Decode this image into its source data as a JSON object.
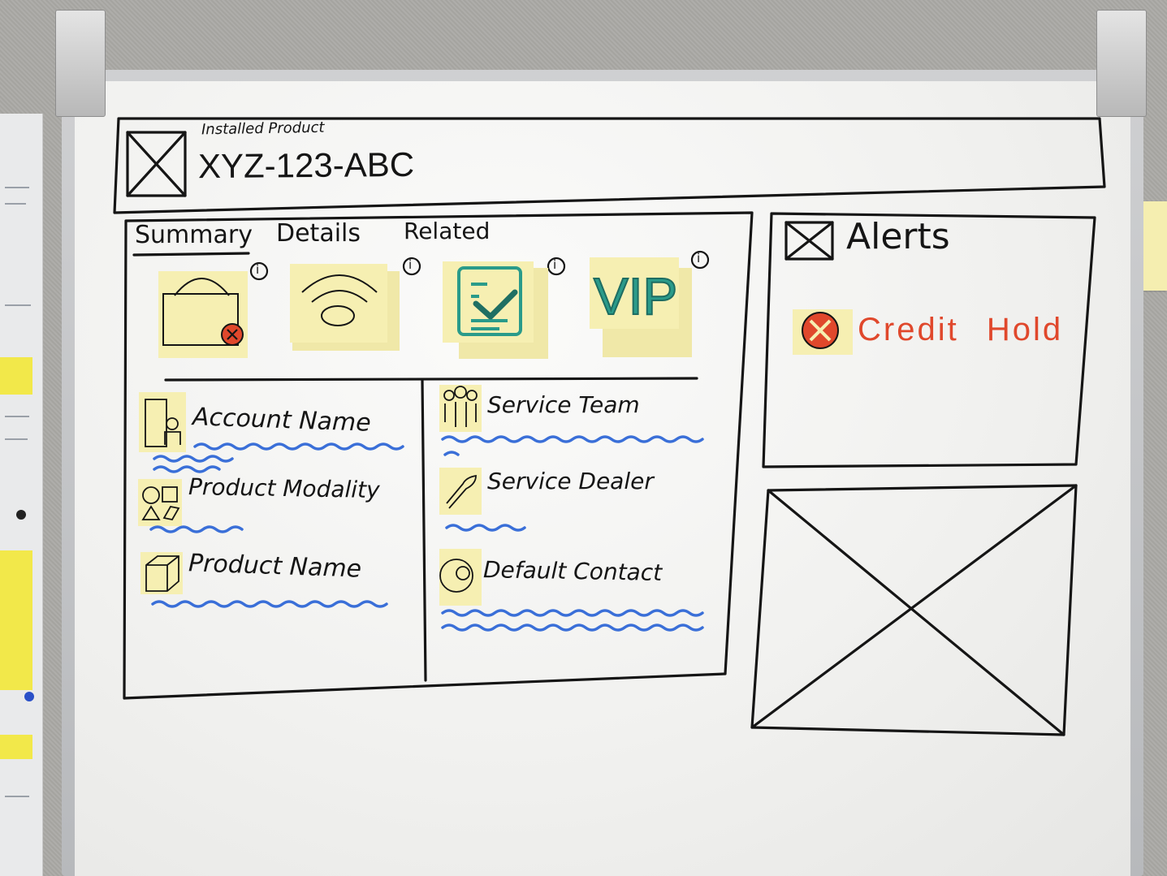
{
  "header": {
    "subtitle": "Installed Product",
    "title": "XYZ-123-ABC"
  },
  "tabs": [
    {
      "label": "Summary",
      "active": true
    },
    {
      "label": "Details",
      "active": false
    },
    {
      "label": "Related",
      "active": false
    }
  ],
  "status_icons": [
    {
      "icon": "lock-error-icon",
      "info": "i"
    },
    {
      "icon": "wifi-signal-icon",
      "info": "i"
    },
    {
      "icon": "checklist-icon",
      "info": "i"
    },
    {
      "icon": "vip-badge-icon",
      "label": "VIP",
      "info": "i"
    }
  ],
  "left_fields": [
    {
      "label": "Account Name",
      "icon": "building-person-icon"
    },
    {
      "label": "Product Modality",
      "icon": "shapes-icon"
    },
    {
      "label": "Product Name",
      "icon": "cube-icon"
    }
  ],
  "right_fields": [
    {
      "label": "Service Team",
      "icon": "team-icon"
    },
    {
      "label": "Service Dealer",
      "icon": "wrench-icon"
    },
    {
      "label": "Default Contact",
      "icon": "contact-icon"
    }
  ],
  "alerts": {
    "title": "Alerts",
    "items": [
      {
        "label": "Credit Hold",
        "icon": "error-x-icon"
      }
    ]
  },
  "colors": {
    "ink": "#151515",
    "accent_blue": "#3a6fd8",
    "alert_red": "#e0482c",
    "teal": "#2a9b8a",
    "sticky": "#f6efb2"
  }
}
